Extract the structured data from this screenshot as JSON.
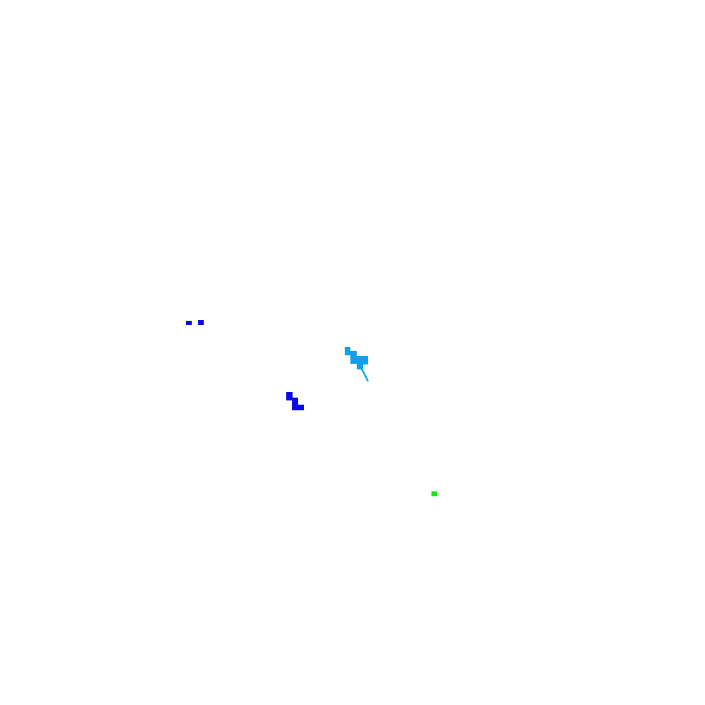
{
  "colors": {
    "background": "#ffffff",
    "dark_blue": "#0a0ae8",
    "light_blue": "#10a0ea",
    "green": "#14e614"
  },
  "entities": [
    {
      "name": "dark-blue-pair",
      "color": "#0a0ae8"
    },
    {
      "name": "light-blue-creature",
      "color": "#10a0ea"
    },
    {
      "name": "dark-blue-stair-shape",
      "color": "#0a0ae8"
    },
    {
      "name": "green-pellet",
      "color": "#14e614"
    }
  ]
}
